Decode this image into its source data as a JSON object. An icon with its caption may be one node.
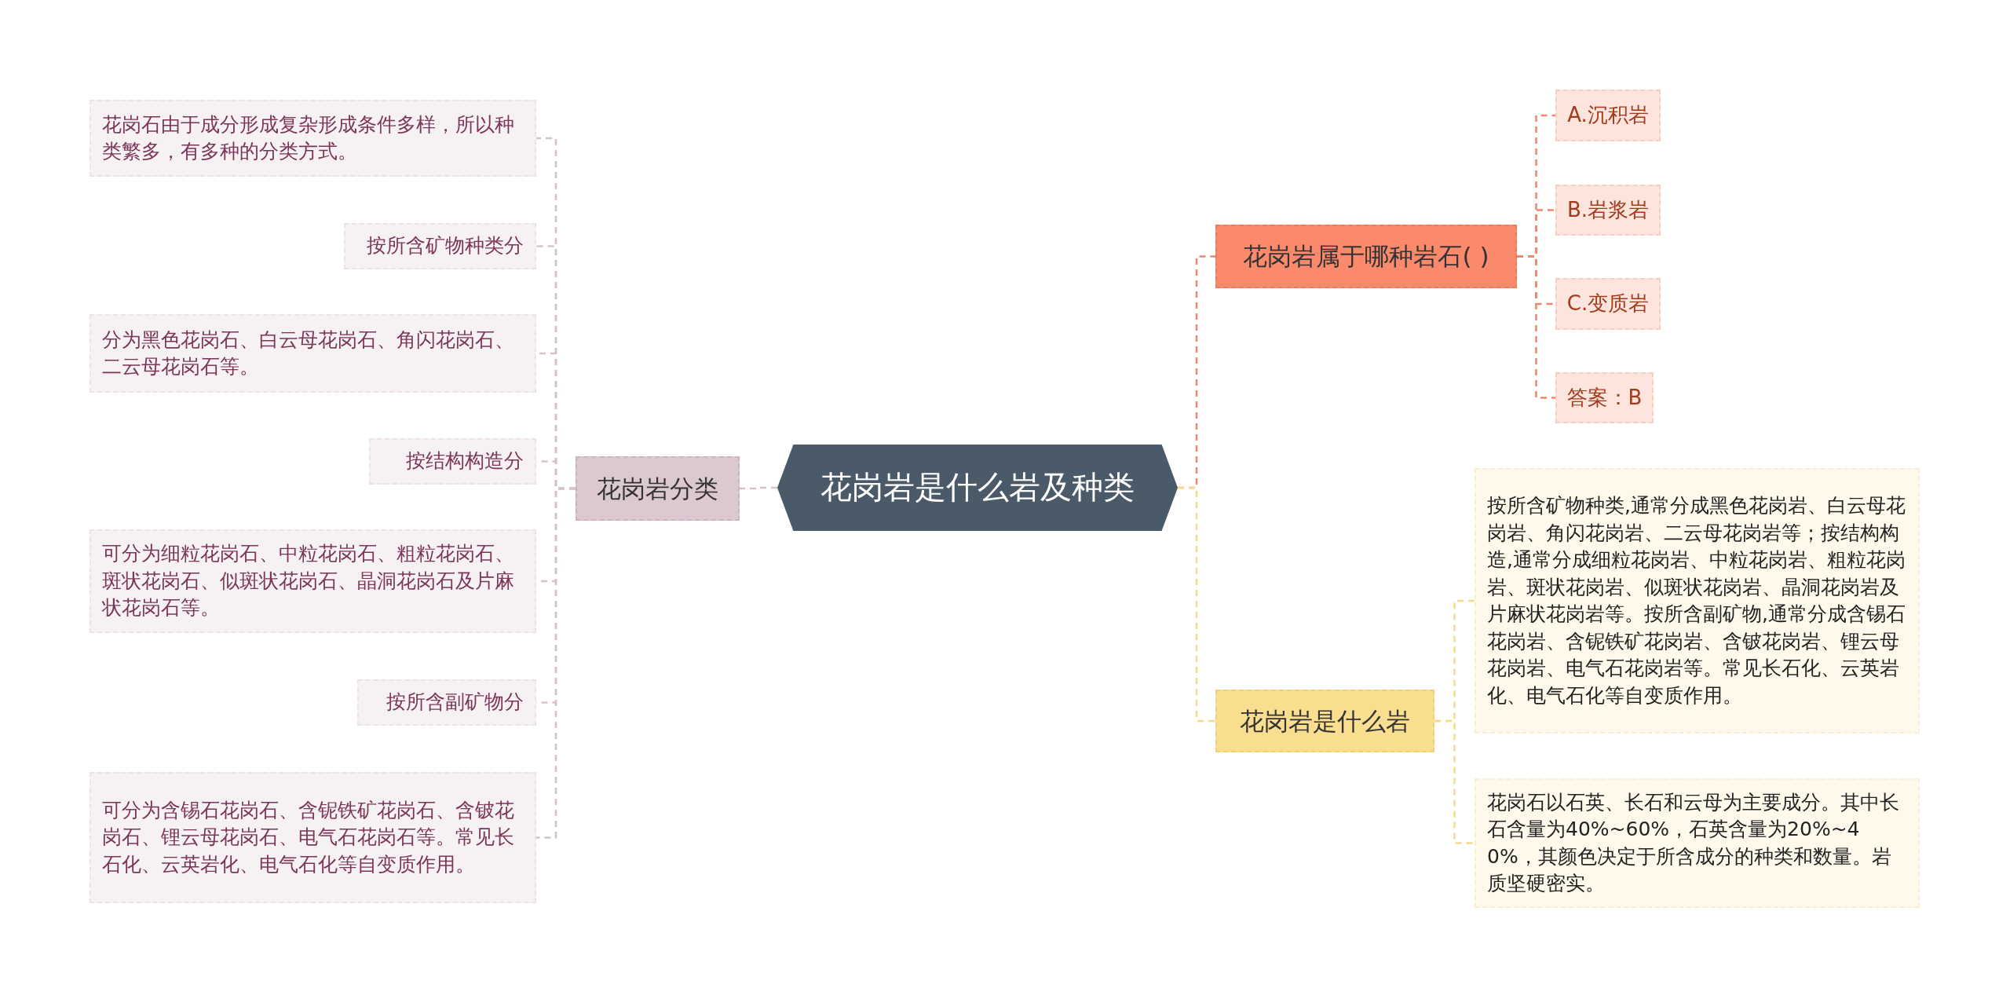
{
  "diagram": {
    "nodes": [
      {
        "text": [
          "花岗岩是什么岩及种类"
        ]
      },
      {
        "text": [
          "花岗岩分类"
        ]
      },
      {
        "text": [
          "花岗石由于成分形成复杂形成条件多样，所以种类繁多，有多种的分类方式。"
        ]
      },
      {
        "text": [
          "按所含矿物种类分"
        ]
      },
      {
        "text": [
          "分为黑色花岗石、白云母花岗石、角闪花岗石、二云母花岗石等。"
        ]
      },
      {
        "text": [
          "按结构构造分"
        ]
      },
      {
        "text": [
          "可分为细粒花岗石、中粒花岗石、粗粒花岗石、斑状花岗石、似斑状花岗石、晶洞花岗石及片麻状花岗石等。"
        ]
      },
      {
        "text": [
          "按所含副矿物分"
        ]
      },
      {
        "text": [
          "可分为含锡石花岗石、含铌铁矿花岗石、含铍花岗石、锂云母花岗石、电气石花岗石等。常见长石化、云英岩化、电气石化等自变质作用。"
        ]
      },
      {
        "text": [
          "花岗岩属于哪种岩石( )"
        ]
      },
      {
        "text": [
          "A.沉积岩"
        ]
      },
      {
        "text": [
          "B.岩浆岩"
        ]
      },
      {
        "text": [
          "C.变质岩"
        ]
      },
      {
        "text": [
          "答案：B"
        ]
      },
      {
        "text": [
          "花岗岩是什么岩"
        ]
      },
      {
        "text": [
          "按所含矿物种类,通常分成黑色花岗岩、白云母花岗岩、角闪花岗岩、二云母花岗岩等；按结构构造,通常分成细粒花岗岩、中粒花岗岩、粗粒花岗岩、斑状花岗岩、似斑状花岗岩、晶洞花岗岩及片麻状花岗岩等。按所含副矿物,通常分成含锡石花岗岩、含铌铁矿花岗岩、含铍花岗岩、锂云母花岗岩、电气石花岗岩等。常见长石化、云英岩化、电气石化等自变质作用。"
        ]
      },
      {
        "text": [
          "花岗石以石英、长石和云母为主要成分。其中长石含量为40%~60%，石英含量为20%~40%，其颜色决定于所含成分的种类和数量。岩质坚硬密实。"
        ]
      }
    ],
    "edges": [
      {
        "from": 0,
        "to": 1,
        "arrow": "none"
      },
      {
        "from": 1,
        "to": 2,
        "arrow": "none"
      },
      {
        "from": 1,
        "to": 3,
        "arrow": "none"
      },
      {
        "from": 1,
        "to": 4,
        "arrow": "none"
      },
      {
        "from": 1,
        "to": 5,
        "arrow": "none"
      },
      {
        "from": 1,
        "to": 6,
        "arrow": "none"
      },
      {
        "from": 1,
        "to": 7,
        "arrow": "none"
      },
      {
        "from": 1,
        "to": 8,
        "arrow": "none"
      },
      {
        "from": 0,
        "to": 9,
        "arrow": "none",
        "color": "#f0876a"
      },
      {
        "from": 9,
        "to": 10,
        "arrow": "none",
        "color": "#f0876a"
      },
      {
        "from": 9,
        "to": 11,
        "arrow": "none",
        "color": "#f0876a"
      },
      {
        "from": 9,
        "to": 12,
        "arrow": "none",
        "color": "#f0876a"
      },
      {
        "from": 9,
        "to": 13,
        "arrow": "none",
        "color": "#f0876a"
      },
      {
        "from": 0,
        "to": 14,
        "arrow": "none",
        "color": "#f5d98c"
      },
      {
        "from": 14,
        "to": 15,
        "arrow": "none",
        "color": "#f5d98c"
      },
      {
        "from": 14,
        "to": 16,
        "arrow": "none",
        "color": "#f5d98c"
      }
    ]
  }
}
